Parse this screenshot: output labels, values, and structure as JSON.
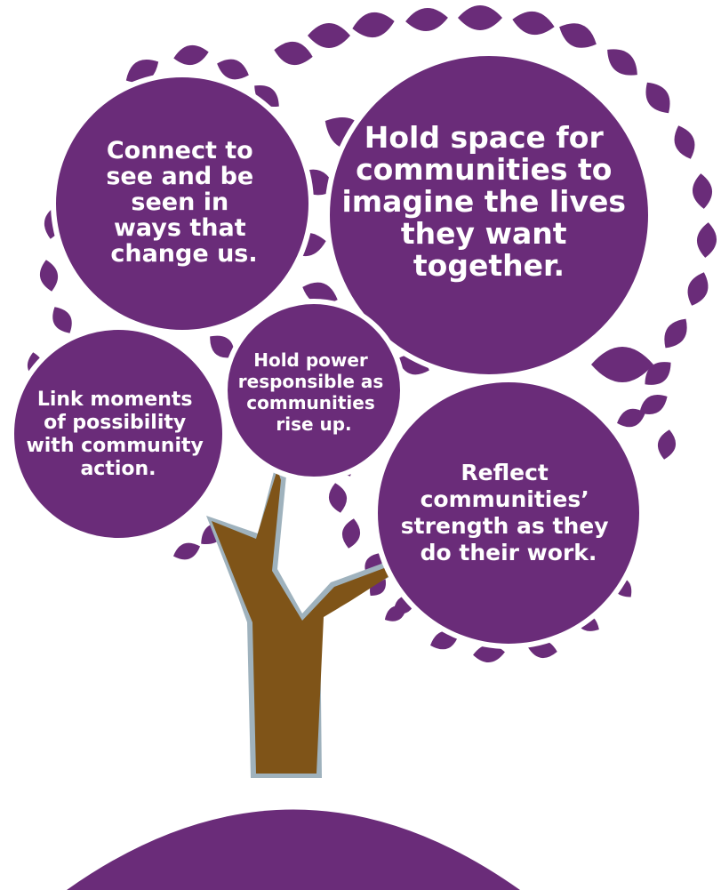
{
  "colors": {
    "purple": "#6a2c79",
    "trunk": "#7f5418",
    "trunk_outline": "#9fb2bd",
    "text": "#ffffff",
    "background": "#ffffff"
  },
  "bubbles": {
    "connect": {
      "lines": [
        "Connect to",
        "see and be",
        "seen in",
        "ways that",
        "change us."
      ]
    },
    "hold_space": {
      "lines": [
        "Hold space for",
        "communities to",
        "imagine the lives",
        "they want",
        "together."
      ]
    },
    "hold_power": {
      "lines": [
        "Hold power",
        "responsible as",
        "communities",
        "rise up."
      ]
    },
    "link": {
      "lines": [
        "Link moments",
        "of possibility",
        "with community",
        "action."
      ]
    },
    "reflect": {
      "lines": [
        "Reflect",
        "communities’",
        "strength as they",
        "do their work."
      ]
    }
  }
}
